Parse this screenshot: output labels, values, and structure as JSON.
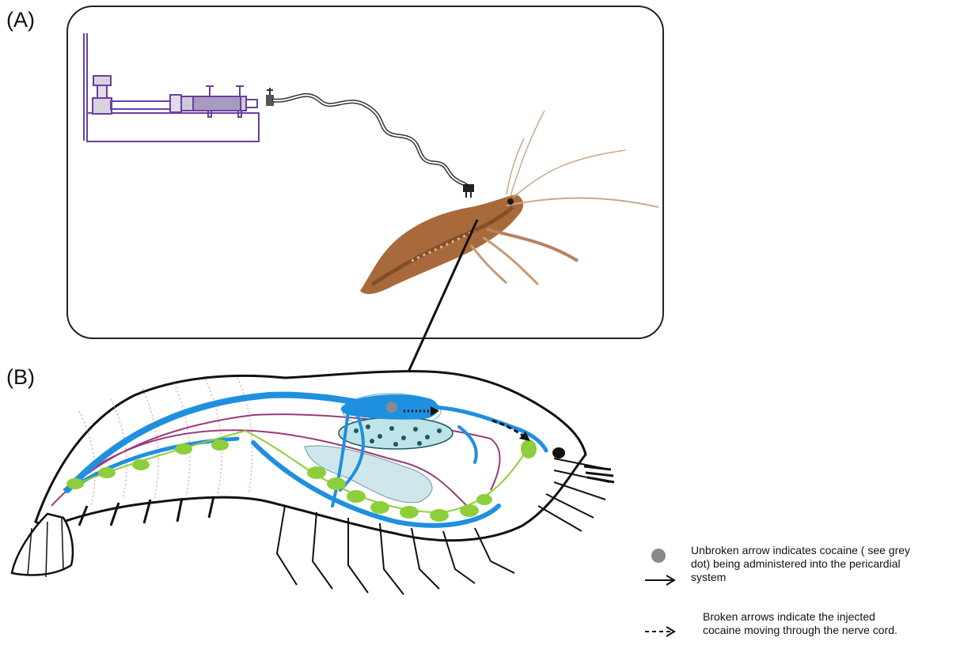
{
  "panels": {
    "a_label": "(A)",
    "b_label": "(B)"
  },
  "legend": {
    "unbroken_line1": "Unbroken arrow indicates cocaine ( see grey",
    "unbroken_line2": "dot) being administered into the pericardial",
    "unbroken_line3": "system",
    "broken_line1": "Broken arrows indicate the injected",
    "broken_line2": "cocaine  moving through the nerve cord."
  },
  "colors": {
    "pump_outline": "#6a3fa0",
    "vessel_blue": "#1f8fe0",
    "nerve_green": "#8ccf3a",
    "gut_purple": "#9a3a7a",
    "cocaine_dot": "#8a8a8a",
    "crayfish_body": "#a86a3a"
  },
  "icons": {
    "syringe_pump": "syringe-pump-icon",
    "crayfish": "crayfish-photo",
    "cocaine": "grey-dot"
  }
}
